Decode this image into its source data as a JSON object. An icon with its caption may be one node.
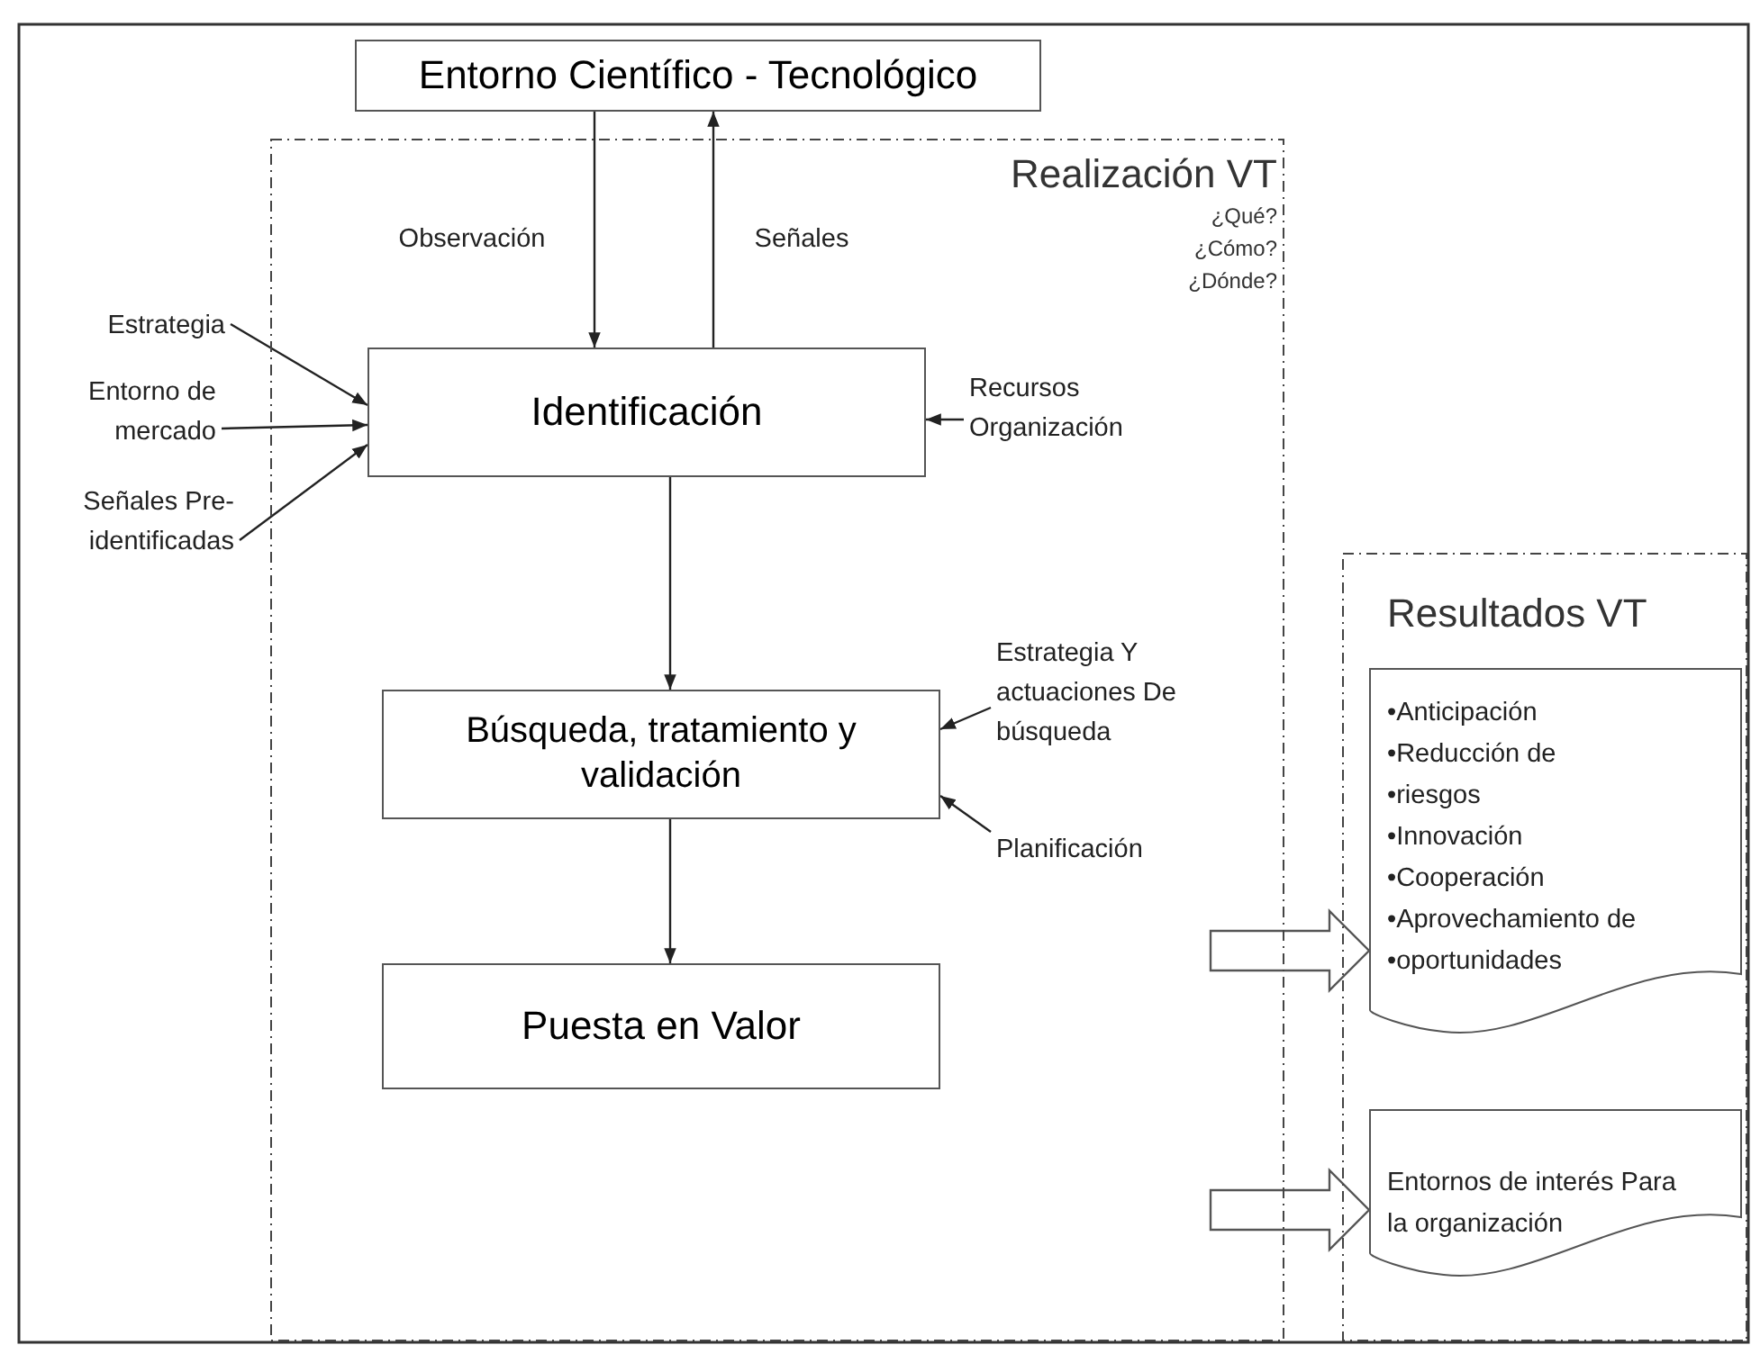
{
  "diagram": {
    "nodes": [
      {
        "text": [
          "Entorno Científico - Tecnológico"
        ]
      },
      {
        "text": [
          "Realización VT",
          "¿Qué? ¿Cómo? ¿Dónde?"
        ]
      },
      {
        "text": [
          "Identificación"
        ],
        "in": 1
      },
      {
        "text": [
          "Búsqueda, tratamiento y validación"
        ],
        "in": 1
      },
      {
        "text": [
          "Puesta en Valor"
        ],
        "in": 1
      },
      {
        "text": [
          "Resultados VT"
        ]
      },
      {
        "text": [
          "•Anticipación",
          "•Reducción de",
          "•riesgos",
          "•Innovación",
          "•Cooperación",
          "•Aprovechamiento de",
          "•oportunidades"
        ],
        "in": 5
      },
      {
        "text": [
          "Entornos de interés Para la organización"
        ],
        "in": 5
      },
      {
        "text": [
          "Estrategia"
        ]
      },
      {
        "text": [
          "Entorno de mercado"
        ]
      },
      {
        "text": [
          "Señales Pre-identificadas"
        ]
      },
      {
        "text": [
          "Recursos Organización"
        ],
        "in": 1
      },
      {
        "text": [
          "Estrategia Y actuaciones De búsqueda"
        ],
        "in": 1
      },
      {
        "text": [
          "Planificación"
        ],
        "in": 1
      }
    ],
    "edges": [
      {
        "from": 0,
        "to": 2,
        "arrow": "to",
        "label": "Observación"
      },
      {
        "from": 2,
        "to": 0,
        "arrow": "to",
        "label": "Señales"
      },
      {
        "from": 8,
        "to": 2,
        "arrow": "to"
      },
      {
        "from": 9,
        "to": 2,
        "arrow": "to"
      },
      {
        "from": 10,
        "to": 2,
        "arrow": "to"
      },
      {
        "from": 11,
        "to": 2,
        "arrow": "to"
      },
      {
        "from": 2,
        "to": 3,
        "arrow": "to"
      },
      {
        "from": 12,
        "to": 3,
        "arrow": "to"
      },
      {
        "from": 13,
        "to": 3,
        "arrow": "to"
      },
      {
        "from": 3,
        "to": 4,
        "arrow": "to"
      },
      {
        "from": null,
        "to": 6,
        "arrow": "to",
        "style": "thick"
      },
      {
        "from": null,
        "to": 7,
        "arrow": "to",
        "style": "thick"
      }
    ]
  }
}
